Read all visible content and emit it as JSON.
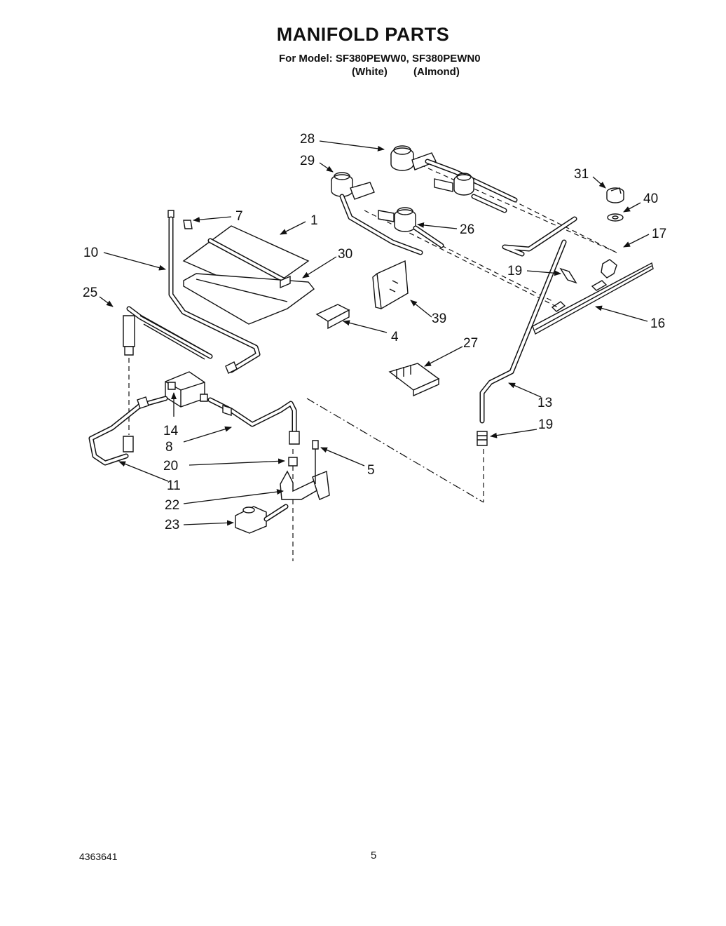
{
  "header": {
    "title": "MANIFOLD PARTS",
    "model_line": "For Model: SF380PEWW0, SF380PEWN0",
    "variant_1": "(White)",
    "variant_2": "(Almond)"
  },
  "footer": {
    "document_number": "4363641",
    "page_number": "5"
  },
  "callouts": [
    {
      "id": "c28",
      "label": "28"
    },
    {
      "id": "c29",
      "label": "29"
    },
    {
      "id": "c31",
      "label": "31"
    },
    {
      "id": "c40",
      "label": "40"
    },
    {
      "id": "c7",
      "label": "7"
    },
    {
      "id": "c1",
      "label": "1"
    },
    {
      "id": "c26",
      "label": "26"
    },
    {
      "id": "c17",
      "label": "17"
    },
    {
      "id": "c10",
      "label": "10"
    },
    {
      "id": "c30",
      "label": "30"
    },
    {
      "id": "c19a",
      "label": "19"
    },
    {
      "id": "c25",
      "label": "25"
    },
    {
      "id": "c39",
      "label": "39"
    },
    {
      "id": "c16",
      "label": "16"
    },
    {
      "id": "c4",
      "label": "4"
    },
    {
      "id": "c27",
      "label": "27"
    },
    {
      "id": "c13",
      "label": "13"
    },
    {
      "id": "c14",
      "label": "14"
    },
    {
      "id": "c19b",
      "label": "19"
    },
    {
      "id": "c8",
      "label": "8"
    },
    {
      "id": "c20",
      "label": "20"
    },
    {
      "id": "c5",
      "label": "5"
    },
    {
      "id": "c11",
      "label": "11"
    },
    {
      "id": "c22",
      "label": "22"
    },
    {
      "id": "c23",
      "label": "23"
    }
  ]
}
